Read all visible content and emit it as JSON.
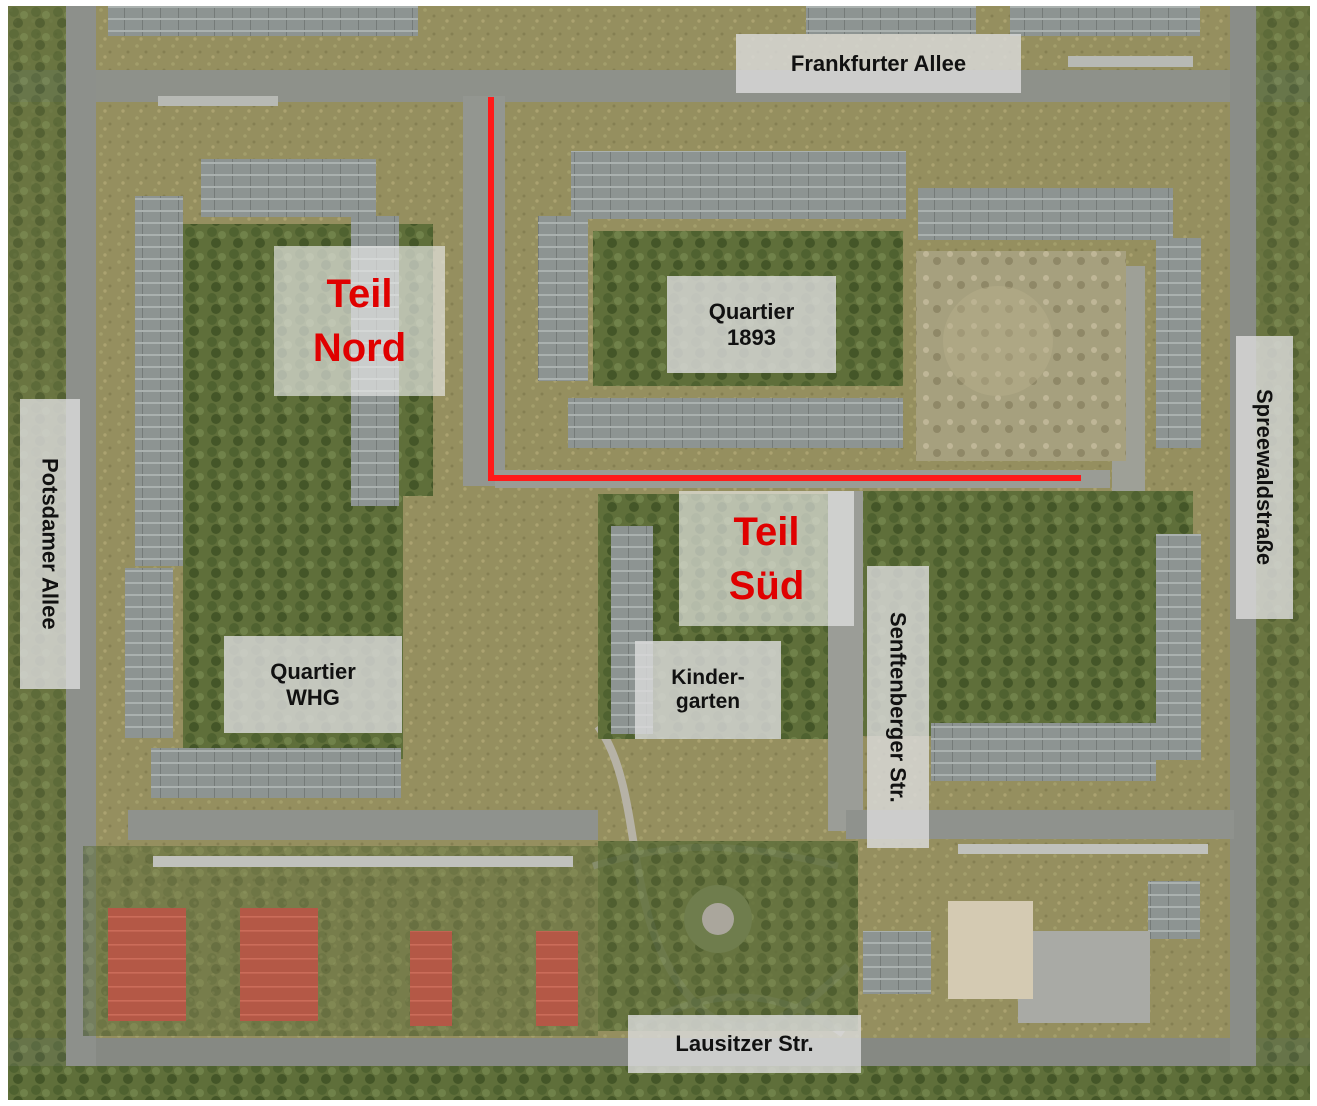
{
  "map": {
    "labels": {
      "frankfurter_allee": "Frankfurter Allee",
      "potsdamer_allee": "Potsdamer Allee",
      "spreewaldstrasse": "Spreewaldstraße",
      "senftenberger_str": "Senftenberger Str.",
      "lausitzer_str": "Lausitzer Str.",
      "teil_nord_line1": "Teil",
      "teil_nord_line2": "Nord",
      "teil_sued_line1": "Teil",
      "teil_sued_line2": "Süd",
      "quartier_1893_line1": "Quartier",
      "quartier_1893_line2": "1893",
      "quartier_whg_line1": "Quartier",
      "quartier_whg_line2": "WHG",
      "kindergarten_line1": "Kinder-",
      "kindergarten_line2": "garten"
    },
    "colors": {
      "boundary_line": "#ff1a1a",
      "highlight_text": "#e00000"
    }
  }
}
